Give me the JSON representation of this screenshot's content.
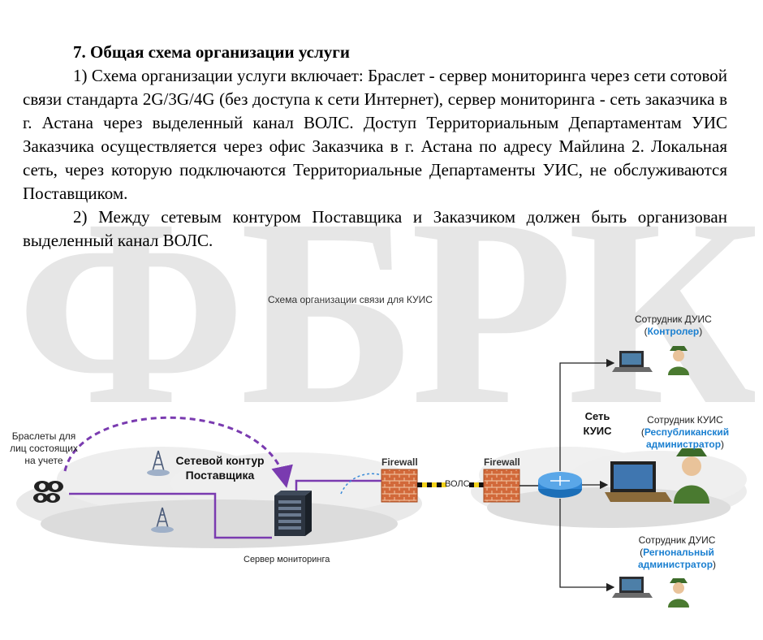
{
  "watermark": {
    "text": "ФБРК"
  },
  "document": {
    "heading": "7. Общая схема организации услуги",
    "paragraphs": [
      "1) Схема организации услуги включает: Браслет - сервер мониторинга через сети сотовой связи стандарта 2G/3G/4G (без доступа к сети Интернет), сервер мониторинга - сеть заказчика в г. Астана через выделенный канал ВОЛС. Доступ Территориальным Департаментам УИС Заказчика осуществляется через офис Заказчика в г. Астана по адресу Майлина 2. Локальная сеть, через которую подключаются Территориальные Департаменты УИС, не обслуживаются Поставщиком.",
      "2) Между сетевым контуром Поставщика и Заказчиком должен быть организован выделенный канал ВОЛС."
    ]
  },
  "diagram": {
    "title": "Схема организации связи для КУИС",
    "bracelets_label": "Браслеты для лиц состоящих на учете",
    "supplier_contour_label": "Сетевой контур Поставщика",
    "server_label": "Сервер мониторинга",
    "firewall_left_label": "Firewall",
    "firewall_right_label": "Firewall",
    "vols_label": "ВОЛС",
    "kuis_net_label": "Сеть КУИС",
    "employee_top": {
      "line1": "Сотрудник ДУИС",
      "role": "Контролер"
    },
    "employee_mid": {
      "line1": "Сотрудник КУИС",
      "role": "Республиканский администратор"
    },
    "employee_bottom": {
      "line1": "Сотрудник ДУИС",
      "role": "Регнональный администратор"
    }
  }
}
